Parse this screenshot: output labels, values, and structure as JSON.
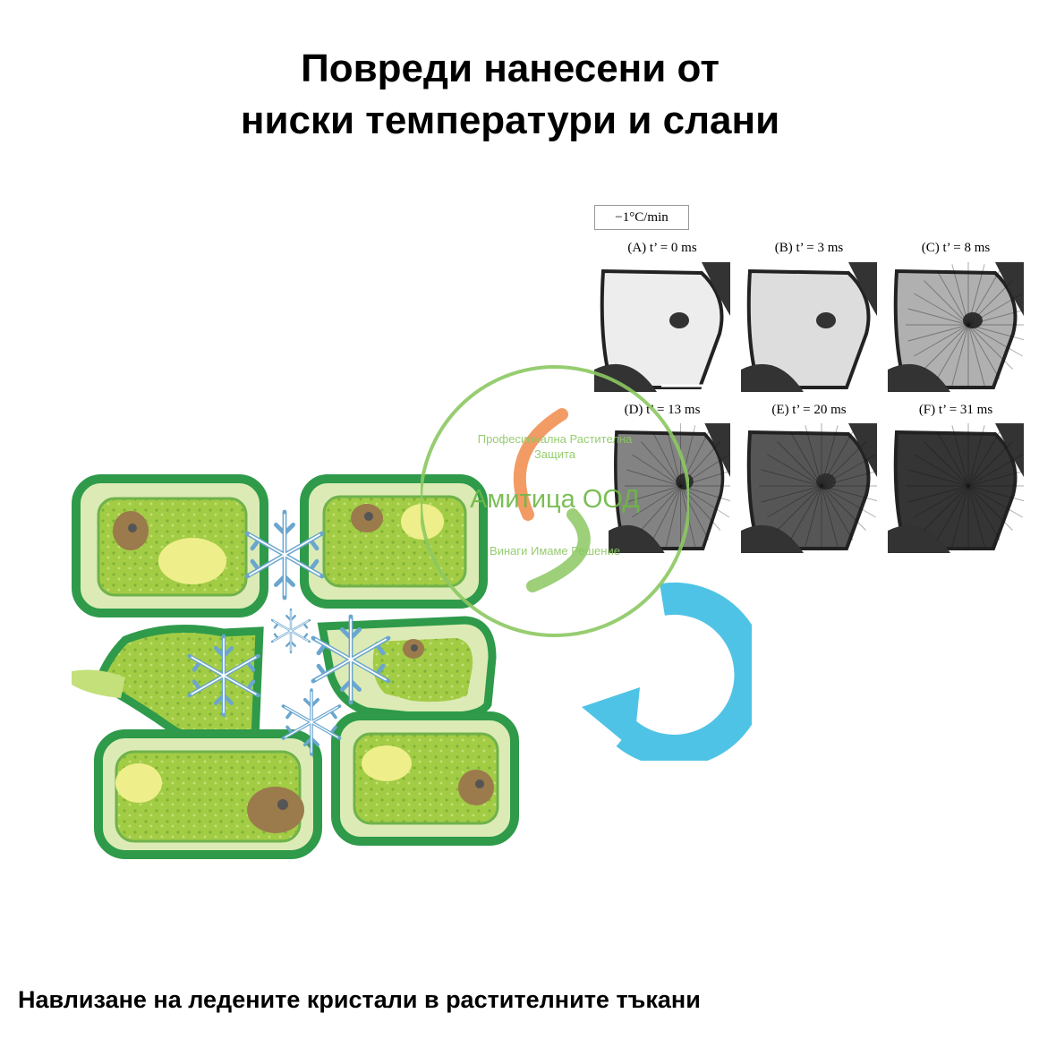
{
  "title": {
    "line1": "Повреди нанесени от",
    "line2": "ниски температури и слани"
  },
  "caption": "Навлизане на ледените кристали в растителните тъкани",
  "micrograph": {
    "rate": "−1°C/min",
    "panels": [
      {
        "label": "(A) t’ = 0 ms",
        "darkness": 0.08
      },
      {
        "label": "(B) t’ = 3 ms",
        "darkness": 0.15
      },
      {
        "label": "(C) t’ = 8 ms",
        "darkness": 0.35
      },
      {
        "label": "(D) t’ = 13 ms",
        "darkness": 0.55
      },
      {
        "label": "(E) t’ = 20 ms",
        "darkness": 0.75
      },
      {
        "label": "(F) t’ = 31 ms",
        "darkness": 0.9
      }
    ]
  },
  "watermark": {
    "line1": "Професионална Растителна",
    "line2": "Защита",
    "brand": "Амитица ООД",
    "slogan": "Винаги Имаме Решение"
  },
  "colors": {
    "cell_wall": "#2e9a4a",
    "cytoplasm": "#a3cc45",
    "vacuole": "#eeef8a",
    "nucleus": "#9b7a4c",
    "ice": "#6aa6cf",
    "arrow": "#4fc3e6",
    "logo_green": "#8cc862",
    "logo_orange": "#f08a4a"
  }
}
